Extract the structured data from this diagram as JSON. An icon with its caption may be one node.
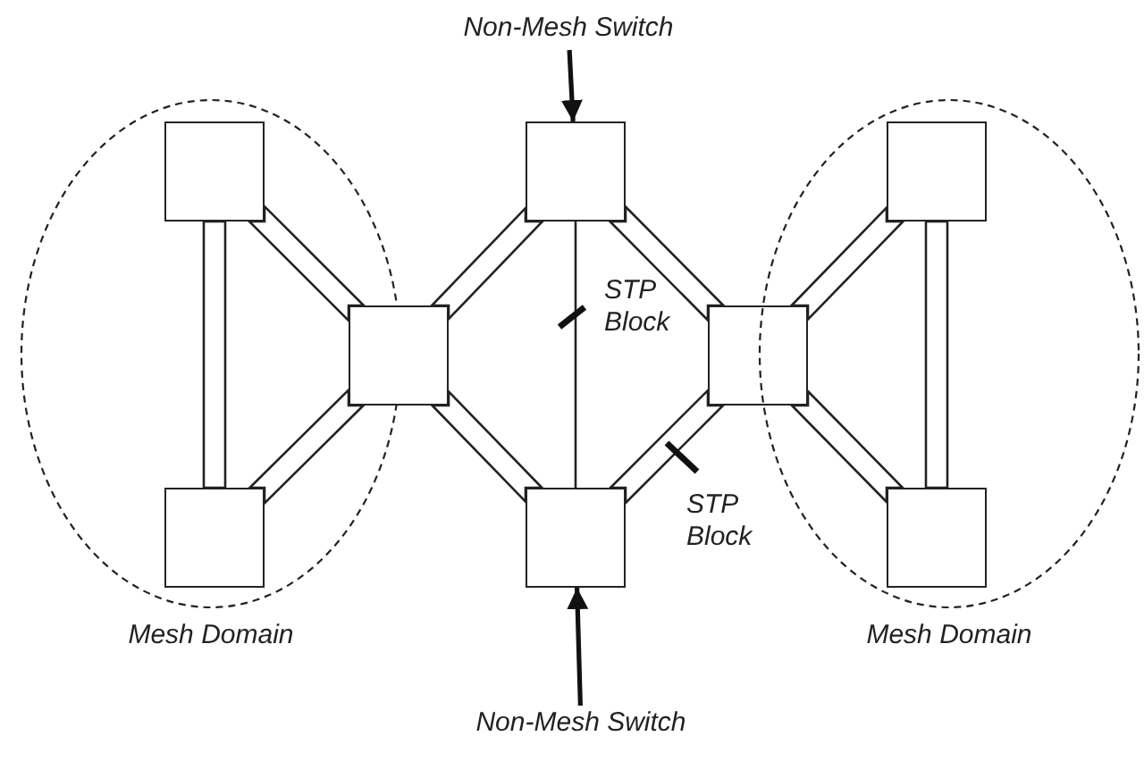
{
  "diagram": {
    "nodes": [
      {
        "text": [
          "Non-Mesh Switch"
        ]
      },
      {
        "text": [
          "Mesh Domain"
        ]
      },
      {
        "text": [],
        "shape": "box",
        "in": 1
      },
      {
        "text": [],
        "shape": "box",
        "in": 1
      },
      {
        "text": [],
        "shape": "box"
      },
      {
        "text": [],
        "shape": "box"
      },
      {
        "text": [],
        "shape": "box"
      },
      {
        "text": [],
        "shape": "box"
      },
      {
        "text": [
          "Mesh Domain"
        ]
      },
      {
        "text": [],
        "shape": "box",
        "in": 8
      },
      {
        "text": [],
        "shape": "box",
        "in": 8
      },
      {
        "text": [
          "Non-Mesh Switch"
        ]
      }
    ],
    "edges": [
      {
        "from": 0,
        "to": 5,
        "arrow": "to"
      },
      {
        "from": 11,
        "to": 6,
        "arrow": "to"
      },
      {
        "from": 2,
        "to": 3,
        "arrow": "none",
        "style": "thick"
      },
      {
        "from": 2,
        "to": 4,
        "arrow": "none",
        "style": "thick"
      },
      {
        "from": 3,
        "to": 4,
        "arrow": "none",
        "style": "thick"
      },
      {
        "from": 4,
        "to": 5,
        "arrow": "none",
        "style": "thick"
      },
      {
        "from": 4,
        "to": 6,
        "arrow": "none",
        "style": "thick"
      },
      {
        "from": 5,
        "to": 6,
        "arrow": "none"
      },
      {
        "from": 5,
        "to": 7,
        "arrow": "none",
        "style": "thick"
      },
      {
        "from": 6,
        "to": 7,
        "arrow": "none",
        "style": "thick"
      },
      {
        "from": 7,
        "to": 9,
        "arrow": "none",
        "style": "thick"
      },
      {
        "from": 7,
        "to": 10,
        "arrow": "none",
        "style": "thick"
      },
      {
        "from": 9,
        "to": 10,
        "arrow": "none",
        "style": "thick"
      }
    ],
    "labels": [
      "STP Block",
      "STP Block"
    ]
  }
}
